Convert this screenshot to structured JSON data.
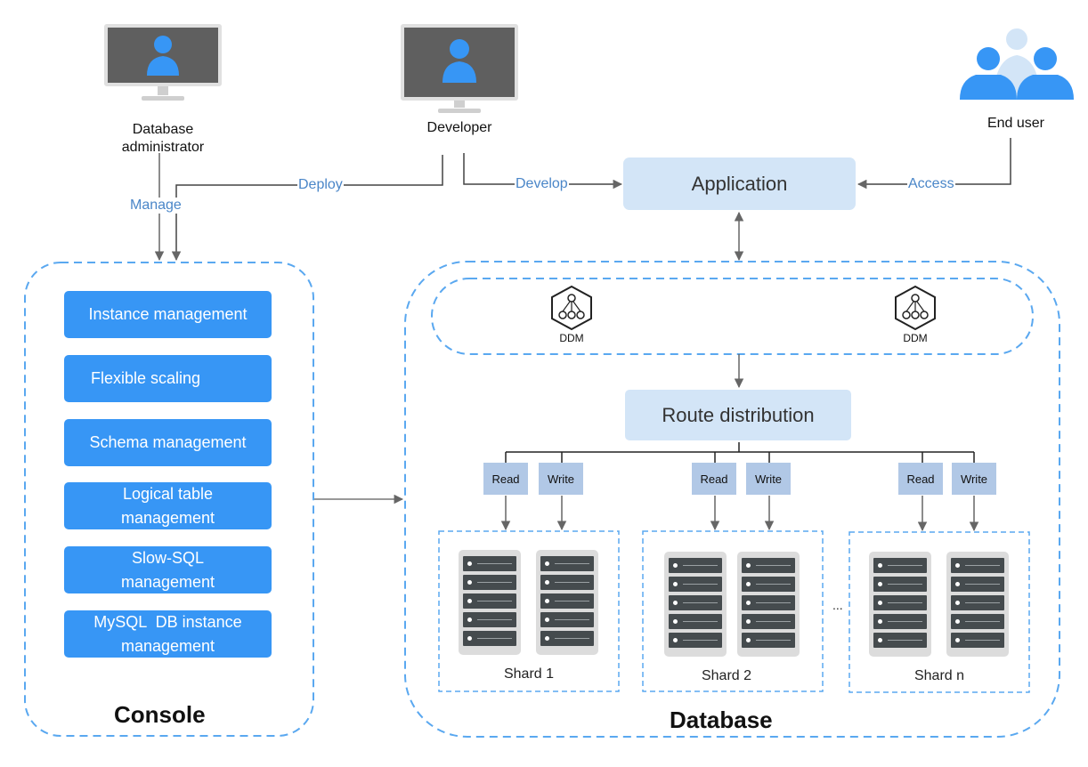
{
  "actors": {
    "dba": {
      "label_line1": "Database",
      "label_line2": "administrator"
    },
    "developer": {
      "label": "Developer"
    },
    "end_user": {
      "label": "End user"
    }
  },
  "edges": {
    "manage": "Manage",
    "deploy": "Deploy",
    "develop": "Develop",
    "access": "Access"
  },
  "application": {
    "label": "Application"
  },
  "console": {
    "title": "Console",
    "items": [
      {
        "line1": "Instance management",
        "line2": ""
      },
      {
        "line1": "Flexible scaling",
        "line2": ""
      },
      {
        "line1": "Schema management",
        "line2": ""
      },
      {
        "line1": "Logical table",
        "line2": "management"
      },
      {
        "line1": "Slow-SQL",
        "line2": "management"
      },
      {
        "line1": "MySQL  DB instance",
        "line2": "management"
      }
    ]
  },
  "database": {
    "title": "Database",
    "ddm_nodes": [
      {
        "label": "DDM"
      },
      {
        "label": "DDM"
      }
    ],
    "route": {
      "label": "Route distribution"
    },
    "ellipsis": "...",
    "shards": [
      {
        "label": "Shard 1",
        "read": "Read",
        "write": "Write"
      },
      {
        "label": "Shard 2",
        "read": "Read",
        "write": "Write"
      },
      {
        "label": "Shard n",
        "read": "Read",
        "write": "Write"
      }
    ]
  },
  "colors": {
    "accent_blue": "#3796f5",
    "light_blue_box": "#d3e5f7",
    "rw_box": "#b1c8e6",
    "dashed_border": "#5aa8f0",
    "edge_label": "#4a86c8"
  }
}
